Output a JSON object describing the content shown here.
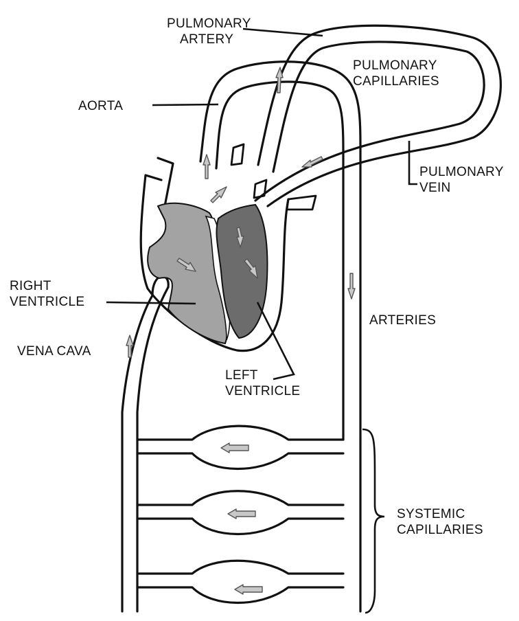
{
  "labels": {
    "pulmonary_artery": [
      "PULMONARY",
      "ARTERY"
    ],
    "pulmonary_capillaries": [
      "PULMONARY",
      "CAPILLARIES"
    ],
    "aorta": "AORTA",
    "pulmonary_vein": [
      "PULMONARY",
      "VEIN"
    ],
    "right_ventricle": [
      "RIGHT",
      "VENTRICLE"
    ],
    "vena_cava": "VENA CAVA",
    "arteries": "ARTERIES",
    "left_ventricle": [
      "LEFT",
      "VENTRICLE"
    ],
    "systemic_capillaries": [
      "SYSTEMIC",
      "CAPILLARIES"
    ]
  },
  "colors": {
    "outline": "#111111",
    "right_heart": "#a3a3a3",
    "left_heart": "#6c6c6c",
    "arrow_fill": "#c8c8c8",
    "background": "#ffffff"
  }
}
